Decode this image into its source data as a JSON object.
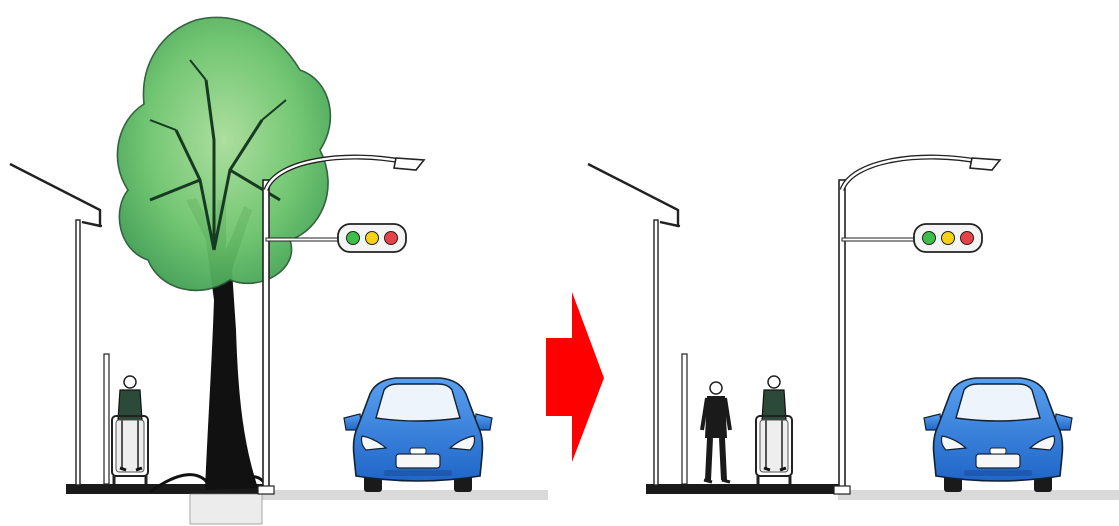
{
  "scene": {
    "before": {
      "elements": [
        "building",
        "wheelchair-user",
        "roadside-tree",
        "street-lamp",
        "traffic-signal",
        "blue-car"
      ]
    },
    "after": {
      "elements": [
        "building",
        "pedestrian",
        "wheelchair-user",
        "street-lamp",
        "traffic-signal",
        "blue-car"
      ]
    },
    "arrow": {
      "direction": "right"
    }
  },
  "colors": {
    "arrow": "#ff0000",
    "car_body": "#2f7fe0",
    "tree_foliage": "#6cc46c",
    "signal_green": "#3bbf4a",
    "signal_yellow": "#f2d21a",
    "signal_red": "#e8414a",
    "road": "#d9d9d9",
    "sidewalk": "#1a1a1a"
  }
}
